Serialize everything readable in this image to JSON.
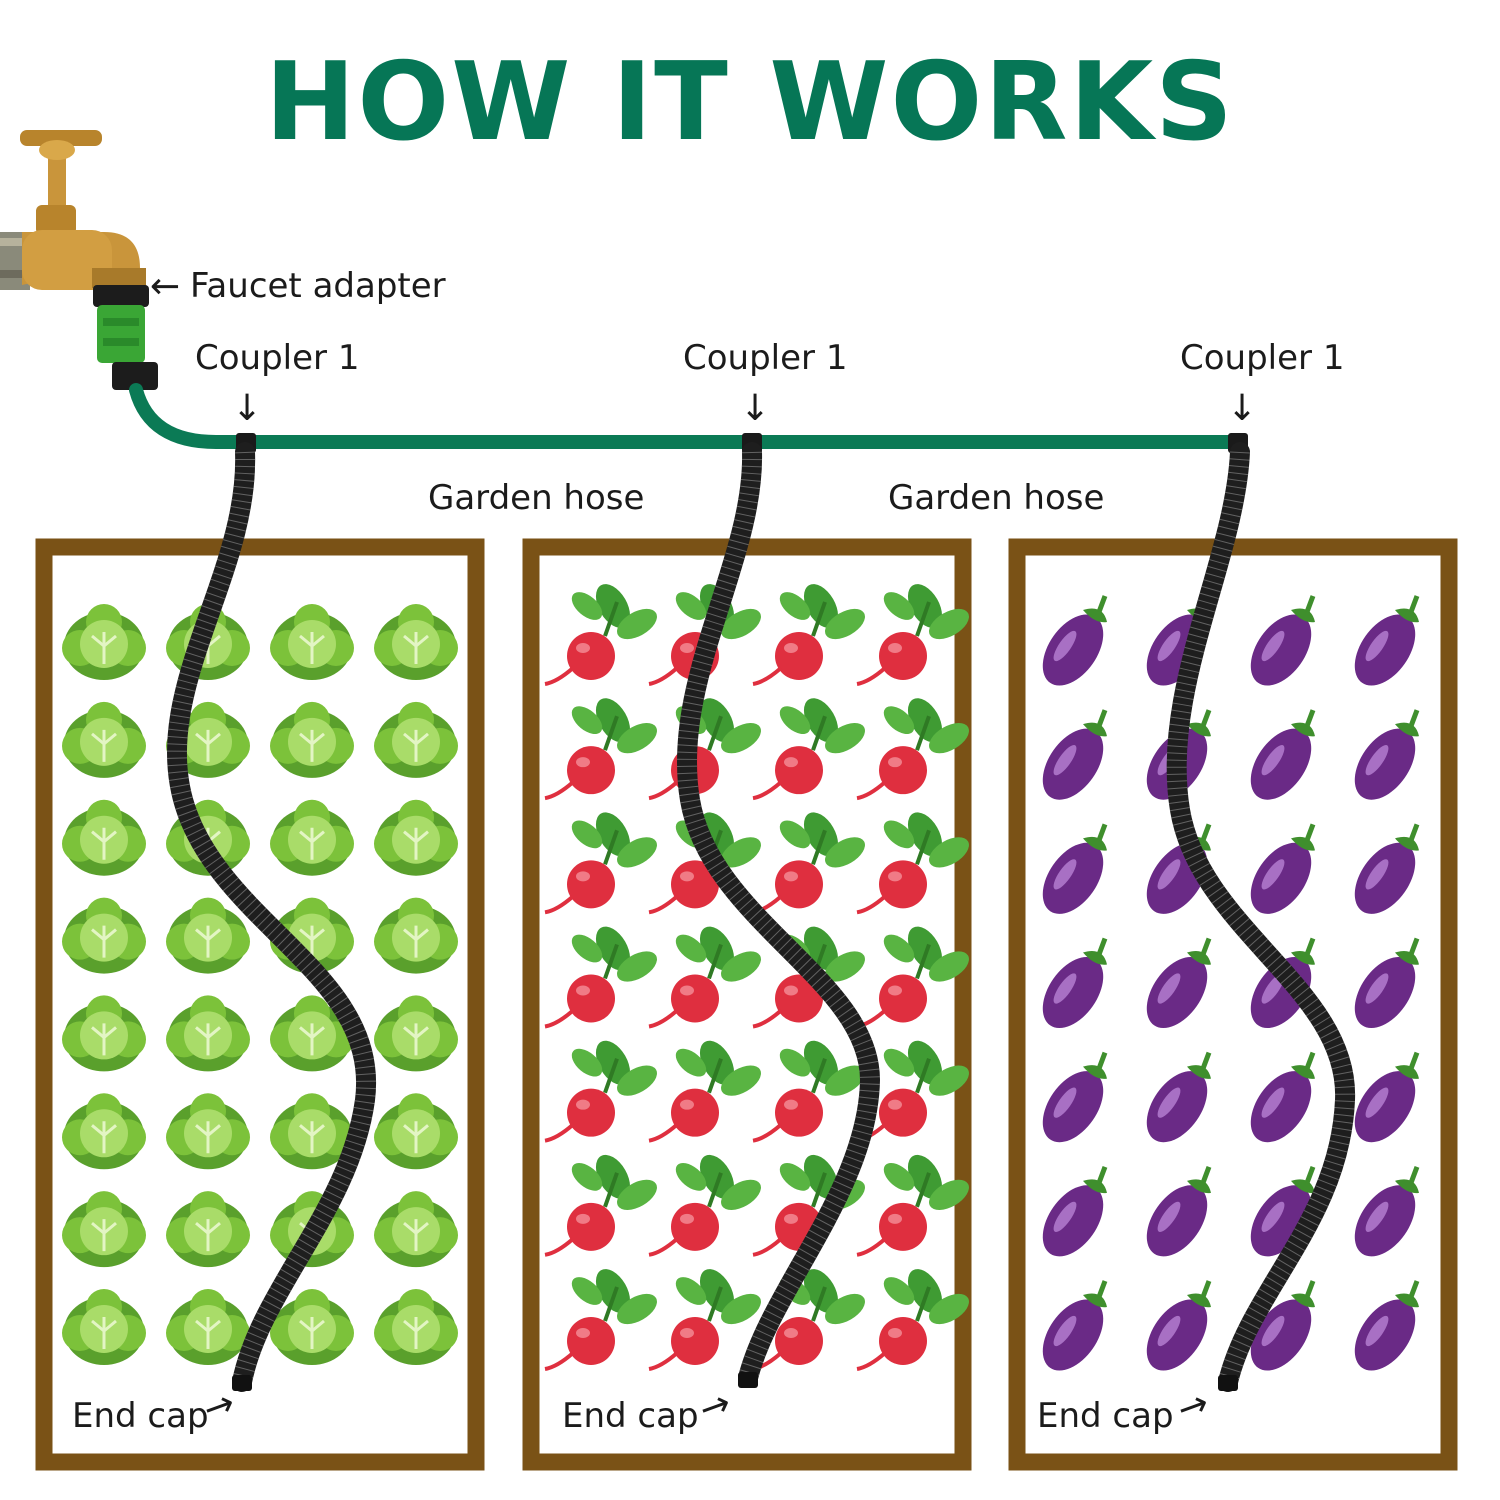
{
  "title": "HOW IT WORKS",
  "labels": {
    "faucet_adapter": "Faucet adapter",
    "couplers": [
      "Coupler 1",
      "Coupler 1",
      "Coupler 1"
    ],
    "garden_hoses": [
      "Garden hose",
      "Garden hose"
    ],
    "end_caps": [
      "End cap",
      "End cap",
      "End cap"
    ]
  },
  "beds": [
    {
      "plant": "cabbage",
      "rows": 8,
      "cols": 4
    },
    {
      "plant": "radish",
      "rows": 7,
      "cols": 4
    },
    {
      "plant": "eggplant",
      "rows": 7,
      "cols": 4
    }
  ],
  "colors": {
    "title": "#067656",
    "hose": "#0b7a55",
    "bed_border": "#7a5216",
    "soaker": "#1e1e1e",
    "brass": "#c9953b"
  }
}
